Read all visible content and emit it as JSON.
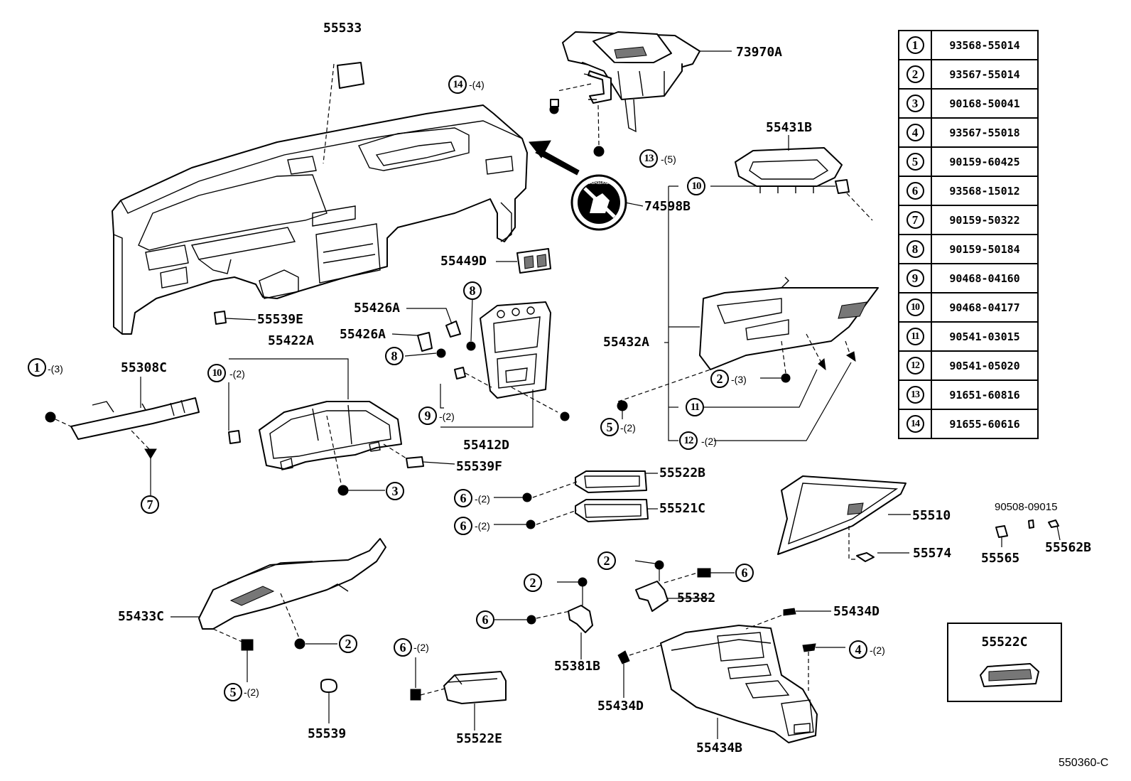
{
  "labels": {
    "p55533": "55533",
    "p73970a": "73970A",
    "p55431b": "55431B",
    "p74598b": "74598B",
    "p55449d": "55449D",
    "p55426a_1": "55426A",
    "p55426a_2": "55426A",
    "p55539e": "55539E",
    "p55422a": "55422A",
    "p55308c": "55308C",
    "p55432a": "55432A",
    "p55412d": "55412D",
    "p55539f": "55539F",
    "p55522b": "55522B",
    "p55521c": "55521C",
    "p55510": "55510",
    "p90508": "90508-09015",
    "p55565": "55565",
    "p55562b": "55562B",
    "p55574": "55574",
    "p55382": "55382",
    "p55434d_1": "55434D",
    "p55434d_2": "55434D",
    "p55433c": "55433C",
    "p55381b": "55381B",
    "p55539": "55539",
    "p55522e": "55522E",
    "p55434b": "55434B",
    "p55522c": "55522C"
  },
  "callouts": {
    "c14": "14",
    "c13": "13",
    "c10a": "10",
    "c10b": "10",
    "c8a": "8",
    "c8b": "8",
    "c1": "1",
    "c9": "9",
    "c2a": "2",
    "c2b": "2",
    "c2c": "2",
    "c2d": "2",
    "c11": "11",
    "c12": "12",
    "c5a": "5",
    "c5b": "5",
    "c7": "7",
    "c3": "3",
    "c6a": "6",
    "c6b": "6",
    "c6c": "6",
    "c6d": "6",
    "c6e": "6",
    "c4": "4"
  },
  "quantities": {
    "q14": "-(4)",
    "q13": "-(5)",
    "q1": "-(3)",
    "q10": "-(2)",
    "q9": "-(2)",
    "q2": "-(3)",
    "q5a": "-(2)",
    "q12": "-(2)",
    "q6a": "-(2)",
    "q6b": "-(2)",
    "q5b": "-(2)",
    "q6c": "-(2)",
    "q4": "-(2)"
  },
  "reference_table": [
    {
      "no": "1",
      "part": "93568-55014"
    },
    {
      "no": "2",
      "part": "93567-55014"
    },
    {
      "no": "3",
      "part": "90168-50041"
    },
    {
      "no": "4",
      "part": "93567-55018"
    },
    {
      "no": "5",
      "part": "90159-60425"
    },
    {
      "no": "6",
      "part": "93568-15012"
    },
    {
      "no": "7",
      "part": "90159-50322"
    },
    {
      "no": "8",
      "part": "90159-50184"
    },
    {
      "no": "9",
      "part": "90468-04160"
    },
    {
      "no": "10",
      "part": "90468-04177"
    },
    {
      "no": "11",
      "part": "90541-03015"
    },
    {
      "no": "12",
      "part": "90541-05020"
    },
    {
      "no": "13",
      "part": "91651-60816"
    },
    {
      "no": "14",
      "part": "91655-60616"
    }
  ],
  "airbag_badge": "AIRBAG",
  "drawing_number": "550360-C"
}
